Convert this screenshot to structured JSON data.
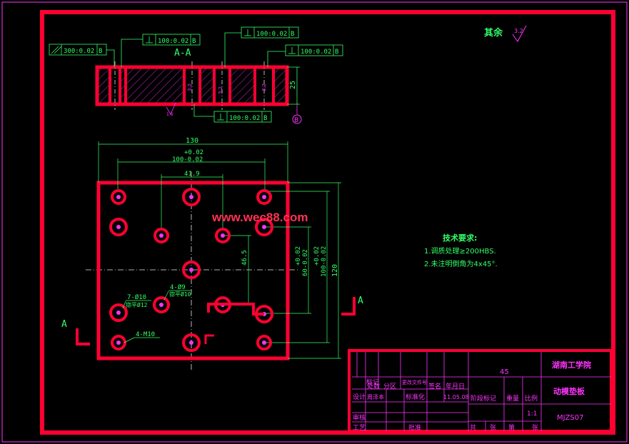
{
  "colors": {
    "frame": "#ff0033",
    "dimension": "#33ff66",
    "annotation": "#ff33ff",
    "centerline": "#ffffff",
    "background": "#000000"
  },
  "roughness": {
    "label": "其余",
    "value": "3.2"
  },
  "section": {
    "label": "A-A",
    "datum": "B",
    "thickness": "25",
    "roughness_bottom": "1.6",
    "roughness_hole": "3.2",
    "tolerances": {
      "parallel": "300:0.02",
      "perp_top_left": "100:0.02",
      "perp_top_mid": "100:0.02",
      "perp_top_right": "100:0.02",
      "perp_bottom": "100:0.02"
    }
  },
  "plan": {
    "width": "130",
    "upper_tol": "+0.02",
    "inner_width": "100-0.02",
    "center_span": "41.9",
    "height": "120",
    "vert_outer": "100-0.02",
    "vert_outer_tol": "+0.02",
    "vert_mid": "60-0.02",
    "vert_mid_tol": "+0.02",
    "vert_inner": "46.5",
    "hole1": "7-Ø10",
    "hole1b": "锪平Ø12",
    "hole2": "4-Ø9",
    "hole2b": "锪平Ø10",
    "thread": "4-M10",
    "cut_left": "A",
    "cut_right": "A"
  },
  "watermark": "www.wec88.com",
  "notes": {
    "title": "技术要求:",
    "line1": "1.调质处理≥200HBS.",
    "line2": "2.未注明倒角为4x45°."
  },
  "title_block": {
    "material": "45",
    "school": "湖南工学院",
    "part_name": "动模垫板",
    "drawing_no": "MJZS07",
    "scale": "1:1",
    "h_mark": "标记",
    "h_count": "处数",
    "h_zone": "分区",
    "h_docno": "更改文件号",
    "h_sign": "签名",
    "h_date": "年月日",
    "r_design": "设计",
    "r_designer": "周泽本",
    "r_std": "标准化",
    "r_date": "11.05.08",
    "r_stage": "阶段标记",
    "r_weight": "重量",
    "r_scale": "比例",
    "r_review": "审核",
    "r_process": "工艺",
    "r_approve": "批准",
    "f_total": "共",
    "f_sheet": "张",
    "f_no": "第",
    "f_sheet2": "张"
  }
}
